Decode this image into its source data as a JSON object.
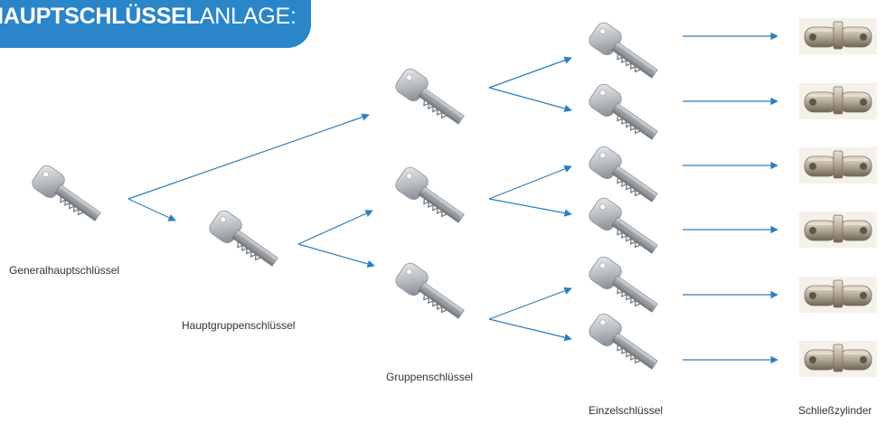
{
  "header": {
    "title_bold": "HAUPTSCHLÜSSEL",
    "title_light": "ANLAGE:"
  },
  "labels": {
    "general": "Generalhauptschlüssel",
    "hauptgruppe": "Hauptgruppenschlüssel",
    "gruppe": "Gruppenschlüssel",
    "einzel": "Einzelschlüssel",
    "zylinder": "Schließzylinder"
  },
  "colors": {
    "banner": "#2a86c8",
    "arrow": "#2a7fc0",
    "key_metal": "#b7bcc1",
    "cylinder_body": "#c8b89a"
  },
  "icons": {
    "key": "key-icon",
    "cylinder": "lock-cylinder-icon"
  }
}
